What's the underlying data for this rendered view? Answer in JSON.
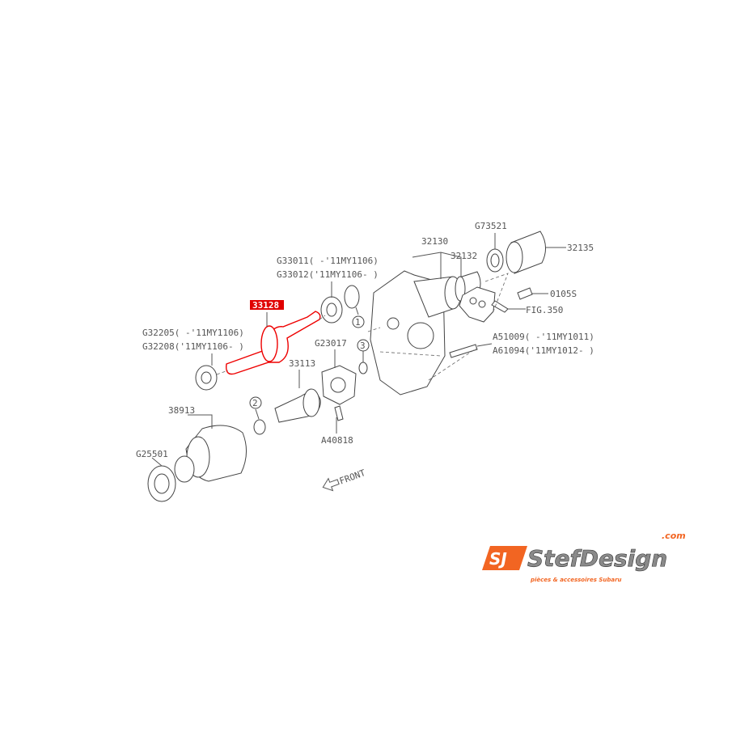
{
  "diagram": {
    "highlighted_part": "33128",
    "highlight_color": "#e00000",
    "labels": {
      "g33011": "G33011( -'11MY1106)",
      "g33012": "G33012('11MY1106- )",
      "p33128": "33128",
      "g32205": "G32205( -'11MY1106)",
      "g32208": "G32208('11MY1106- )",
      "g23017": "G23017",
      "p33113": "33113",
      "p38913": "38913",
      "g25501": "G25501",
      "a40818": "A40818",
      "p32130": "32130",
      "p32132": "32132",
      "g73521": "G73521",
      "p32135": "32135",
      "p0105s": "0105S",
      "fig350": "FIG.350",
      "a51009": "A51009( -'11MY1011)",
      "a61094": "A61094('11MY1012- )",
      "c1": "1",
      "c2": "2",
      "c3": "3",
      "front": "FRONT"
    }
  },
  "logo": {
    "brand": "StefDesign",
    "domain": ".com",
    "tagline": "pièces & accessoires Subaru",
    "accent": "#f26522"
  }
}
